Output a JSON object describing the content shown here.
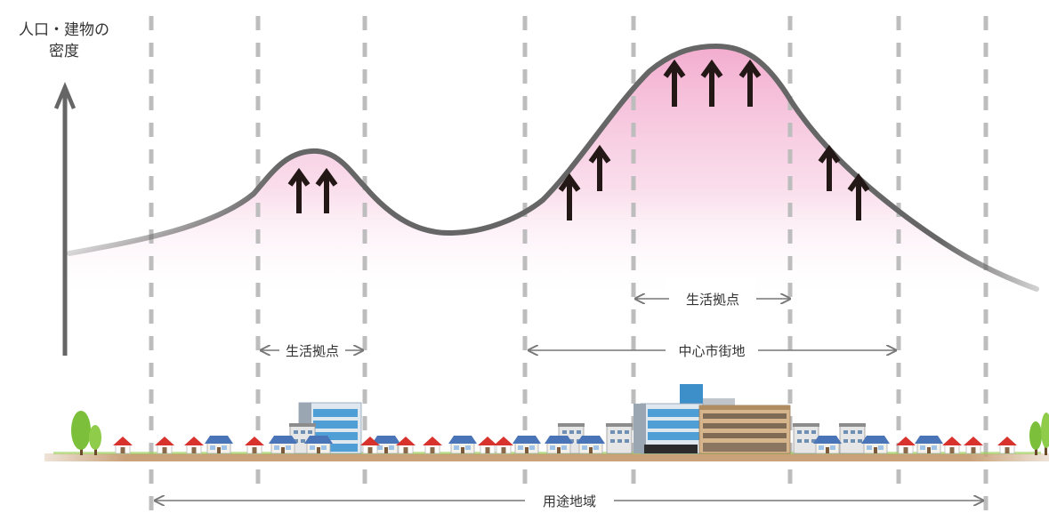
{
  "y_axis": {
    "label_line1": "人口・建物の",
    "label_line2": "密度"
  },
  "spans": {
    "small_hub": "生活拠点",
    "center_hub": "生活拠点",
    "city_center": "中心市街地",
    "zoning": "用途地域"
  },
  "colors": {
    "curve": "#666666",
    "fill": "#f2a8cc",
    "arrow": "#231815",
    "divider": "#bdbdbd",
    "span_line": "#777777",
    "ground": "#c9a27a",
    "roof": "#d8322c",
    "tree": "#7bbf3a"
  },
  "icons": [
    "up-arrow-icon",
    "house-icon",
    "building-icon",
    "tree-icon"
  ]
}
